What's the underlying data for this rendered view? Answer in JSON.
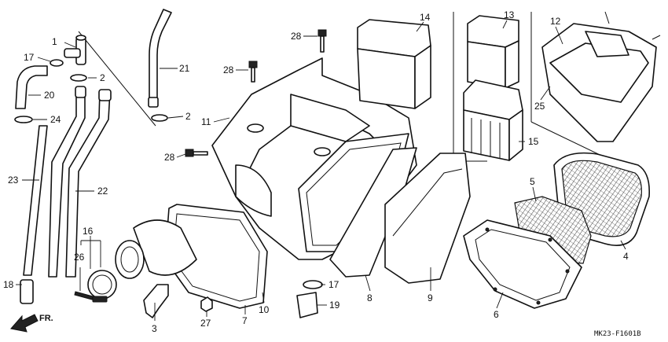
{
  "callouts": [
    {
      "id": "1",
      "label": "1"
    },
    {
      "id": "2a",
      "label": "2"
    },
    {
      "id": "2b",
      "label": "2"
    },
    {
      "id": "3",
      "label": "3"
    },
    {
      "id": "4",
      "label": "4"
    },
    {
      "id": "5",
      "label": "5"
    },
    {
      "id": "6",
      "label": "6"
    },
    {
      "id": "7",
      "label": "7"
    },
    {
      "id": "8",
      "label": "8"
    },
    {
      "id": "9",
      "label": "9"
    },
    {
      "id": "10",
      "label": "10"
    },
    {
      "id": "11",
      "label": "11"
    },
    {
      "id": "12",
      "label": "12"
    },
    {
      "id": "13",
      "label": "13"
    },
    {
      "id": "14",
      "label": "14"
    },
    {
      "id": "15",
      "label": "15"
    },
    {
      "id": "16",
      "label": "16"
    },
    {
      "id": "17a",
      "label": "17"
    },
    {
      "id": "17b",
      "label": "17"
    },
    {
      "id": "18",
      "label": "18"
    },
    {
      "id": "19",
      "label": "19"
    },
    {
      "id": "20",
      "label": "20"
    },
    {
      "id": "21",
      "label": "21"
    },
    {
      "id": "22",
      "label": "22"
    },
    {
      "id": "23",
      "label": "23"
    },
    {
      "id": "24",
      "label": "24"
    },
    {
      "id": "25",
      "label": "25"
    },
    {
      "id": "26",
      "label": "26"
    },
    {
      "id": "27",
      "label": "27"
    },
    {
      "id": "28a",
      "label": "28"
    },
    {
      "id": "28b",
      "label": "28"
    },
    {
      "id": "28c",
      "label": "28"
    }
  ],
  "direction_label": "FR.",
  "diagram_code": "MK23-F1601B"
}
